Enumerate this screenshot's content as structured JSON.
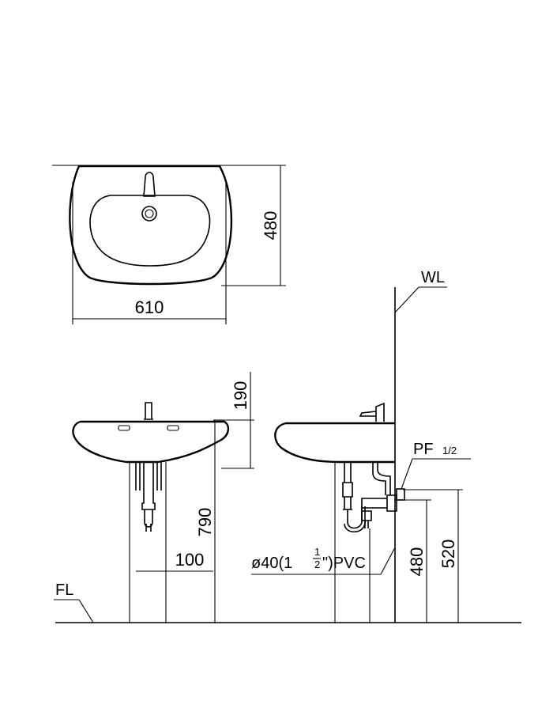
{
  "top_view": {
    "width_label": "610",
    "depth_label": "480"
  },
  "front_view": {
    "height_label": "190",
    "total_height_label": "790",
    "drain_offset_label": "100"
  },
  "side_view": {
    "wall_label": "WL",
    "supply_label": "PF",
    "supply_size": "1/2",
    "drain_pipe": {
      "prefix": "ø40(1",
      "frac_top": "1",
      "frac_bottom": "2",
      "suffix": "\")PVC"
    },
    "drain_height_label": "480",
    "supply_height_label": "520"
  },
  "floor_label": "FL"
}
